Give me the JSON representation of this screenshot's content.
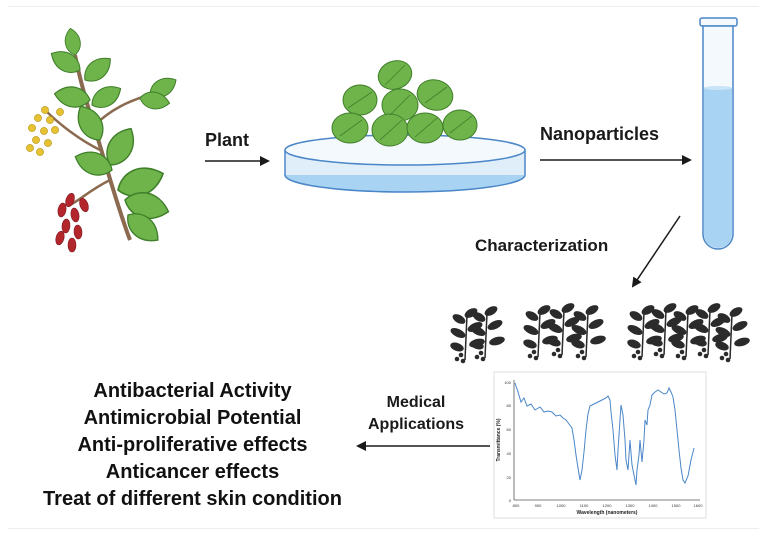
{
  "steps": {
    "plant": "Plant",
    "nanoparticles": "Nanoparticles",
    "characterization": "Characterization",
    "medical_line1": "Medical",
    "medical_line2": "Applications"
  },
  "applications": [
    "Antibacterial Activity",
    "Antimicrobial Potential",
    "Anti-proliferative effects",
    "Anticancer effects",
    "Treat of different skin condition"
  ],
  "spectrum": {
    "ylabel": "Transmittance (%)",
    "xlabel": "Wavelength (nanometers)",
    "yticks": [
      "100",
      "80",
      "60",
      "40",
      "20",
      "0"
    ],
    "xticks": [
      "800",
      "900",
      "1000",
      "1100",
      "1200",
      "1300",
      "1400",
      "1500",
      "1600"
    ]
  },
  "colors": {
    "leaf": "#6fb34b",
    "leaf_dark": "#3f7f2a",
    "berry": "#b3262c",
    "flower": "#e6c233",
    "stem": "#8b6a4f",
    "liquid": "#a9d3f2",
    "spectrum_line": "#4a86c8",
    "silhouette": "#2b2b2b"
  }
}
